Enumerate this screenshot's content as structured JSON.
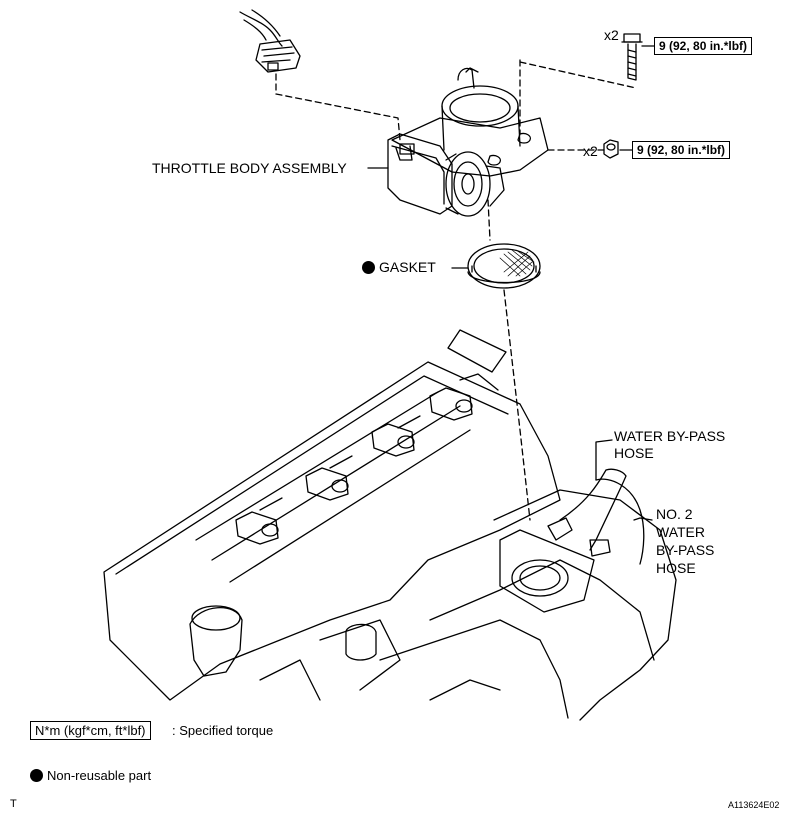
{
  "labels": {
    "throttle_body": "THROTTLE BODY ASSEMBLY",
    "gasket": "GASKET",
    "water_bypass_hose": [
      "WATER BY-PASS",
      "HOSE"
    ],
    "no2_water_bypass_hose": [
      "NO. 2",
      "WATER",
      "BY-PASS",
      "HOSE"
    ]
  },
  "fasteners": [
    {
      "qty": "x2",
      "torque": "9 (92, 80 in.*lbf)",
      "icon": "bolt-icon"
    },
    {
      "qty": "x2",
      "torque": "9 (92, 80 in.*lbf)",
      "icon": "nut-icon"
    }
  ],
  "legend": {
    "torque_key": "N*m (kgf*cm, ft*lbf)",
    "torque_desc": ": Specified torque",
    "nonreusable": "Non-reusable part"
  },
  "footer": {
    "left": "T",
    "right": "A113624E02"
  }
}
